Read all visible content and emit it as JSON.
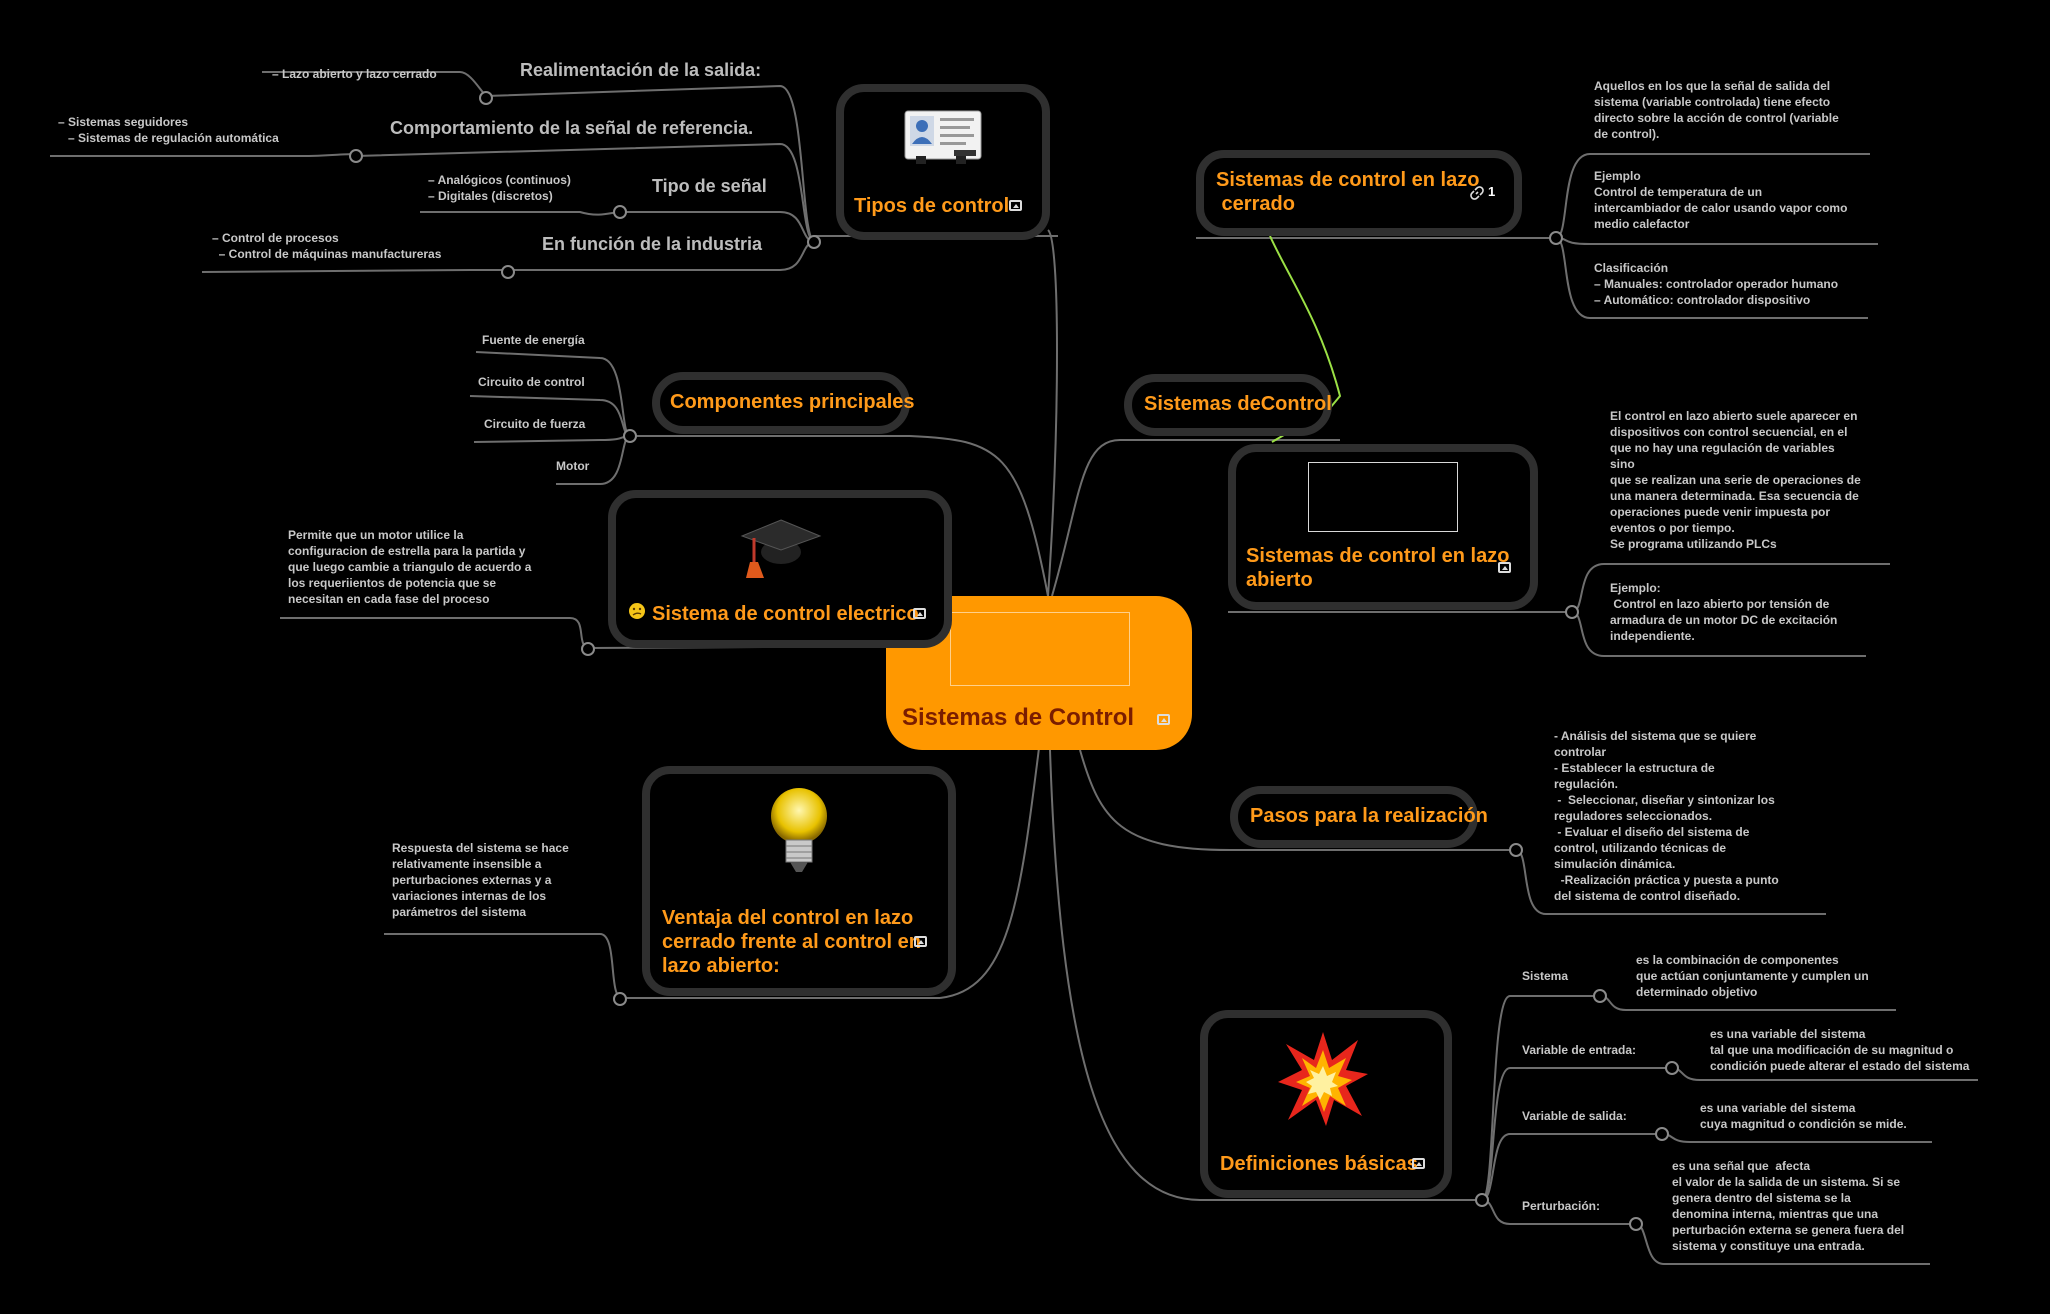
{
  "central": {
    "title": "Sistemas de Control"
  },
  "tipos": {
    "title": "Tipos de control",
    "branches": [
      {
        "label": "Realimentación de la salida:",
        "detail": "– Lazo abierto y lazo cerrado"
      },
      {
        "label": "Comportamiento de la señal de referencia.",
        "detail": "– Sistemas seguidores\n   – Sistemas de regulación automática"
      },
      {
        "label": "Tipo de señal",
        "detail": "– Analógicos (continuos)\n– Digitales (discretos)"
      },
      {
        "label": "En función de la industria",
        "detail": "– Control de procesos\n  – Control de máquinas manufactureras"
      }
    ]
  },
  "componentes": {
    "title": "Componentes principales",
    "items": [
      "Fuente de energía",
      "Circuito de control",
      "Circuito de fuerza",
      "Motor"
    ]
  },
  "electrico": {
    "title": "Sistema de control electrico",
    "detail": "Permite que un motor utilice la\nconfiguracion de estrella para la partida y\nque luego cambie a triangulo de acuerdo a\nlos requeriientos de potencia que se\nnecesitan en cada fase del proceso"
  },
  "ventaja": {
    "title": "Ventaja del control en lazo\ncerrado frente al control en\nlazo abierto:",
    "detail": "Respuesta del sistema se hace\nrelativamente insensible a\nperturbaciones externas y a\nvariaciones internas de los\nparámetros del sistema"
  },
  "sistemas": {
    "title": "Sistemas deControl"
  },
  "cerrado": {
    "title": "Sistemas de control en lazo\n cerrado",
    "link_count": "1",
    "details": [
      "Aquellos en los que la señal de salida del\nsistema (variable controlada) tiene efecto\ndirecto sobre la acción de control (variable\nde control).",
      "Ejemplo\nControl de temperatura de un\nintercambiador de calor usando vapor como\nmedio calefactor",
      "Clasificación\n– Manuales: controlador operador humano\n– Automático: controlador dispositivo"
    ]
  },
  "abierto": {
    "title": "Sistemas de control en lazo\nabierto",
    "details": [
      "El control en lazo abierto suele aparecer en\ndispositivos con control secuencial, en el\nque no hay una regulación de variables\nsino\nque se realizan una serie de operaciones de\nuna manera determinada. Esa secuencia de\noperaciones puede venir impuesta por\neventos o por tiempo.\nSe programa utilizando PLCs",
      "Ejemplo:\n Control en lazo abierto por tensión de\narmadura de un motor DC de excitación\nindependiente."
    ]
  },
  "pasos": {
    "title": "Pasos para la realización",
    "detail": "- Análisis del sistema que se quiere\ncontrolar\n- Establecer la estructura de\nregulación.\n -  Seleccionar, diseñar y sintonizar los\nreguladores seleccionados.\n - Evaluar el diseño del sistema de\ncontrol, utilizando técnicas de\nsimulación dinámica.\n  -Realización práctica y puesta a punto\ndel sistema de control diseñado."
  },
  "definiciones": {
    "title": "Definiciones básicas",
    "items": [
      {
        "label": "Sistema",
        "detail": "es la combinación de componentes\nque actúan conjuntamente y cumplen un\ndeterminado objetivo"
      },
      {
        "label": "Variable de entrada:",
        "detail": "es una variable del sistema\ntal que una modificación de su magnitud o\ncondición puede alterar el estado del sistema"
      },
      {
        "label": "Variable de salida:",
        "detail": "es una variable del sistema\ncuya magnitud o condición se mide."
      },
      {
        "label": "Perturbación:",
        "detail": "es una señal que  afecta\nel valor de la salida de un sistema. Si se\ngenera dentro del sistema se la\ndenomina interna, mientras que una\nperturbación externa se genera fuera del\nsistema y constituye una entrada."
      }
    ]
  },
  "colors": {
    "background": "#000000",
    "central": "#ff9800",
    "topic_text": "#ff9a1a",
    "node_border": "#2f2f2f",
    "link": "#6e6e6e",
    "relation": "#9be045"
  }
}
